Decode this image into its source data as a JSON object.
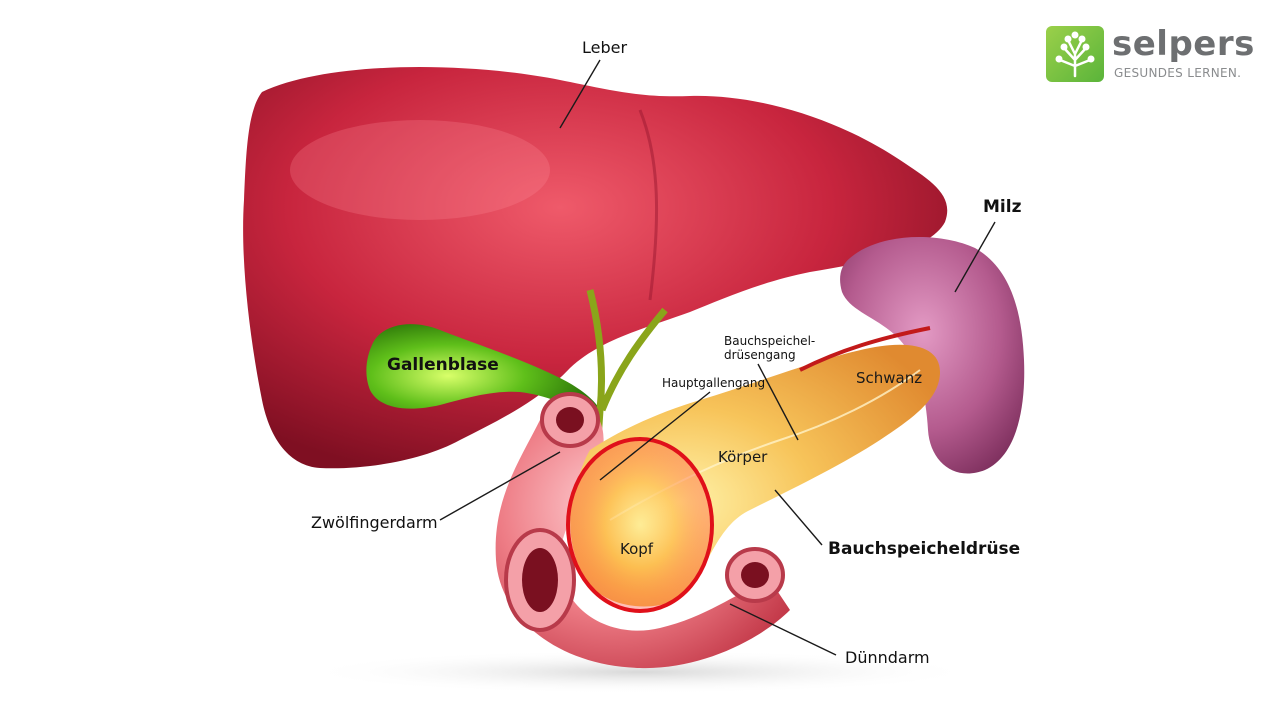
{
  "logo": {
    "name": "selpers",
    "tagline": "GESUNDES LERNEN."
  },
  "labels": {
    "leber": "Leber",
    "milz": "Milz",
    "gallenblase": "Gallenblase",
    "bauchspeicheldruesengang_1": "Bauchspeichel-",
    "bauchspeicheldruesengang_2": "drüsengang",
    "hauptgallengang": "Hauptgallengang",
    "schwanz": "Schwanz",
    "koerper": "Körper",
    "kopf": "Kopf",
    "zwoelffingerdarm": "Zwölfingerdarm",
    "bauchspeicheldruese": "Bauchspeicheldrüse",
    "duenndarm": "Dünndarm"
  },
  "colors": {
    "liver": "#c8253e",
    "liver_dark": "#8e1226",
    "spleen": "#b45b8e",
    "gallbladder": "#5fbf1a",
    "pancreas": "#f5b14a",
    "duodenum": "#e9707a",
    "highlight_circle": "#e0101a",
    "brand_green": "#6cbf3f"
  }
}
